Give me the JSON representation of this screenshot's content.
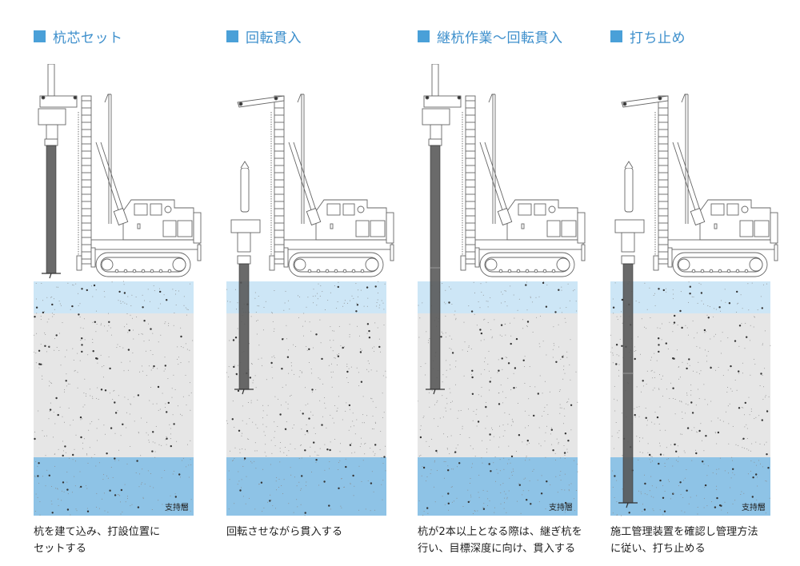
{
  "colors": {
    "accent": "#4aa0d8",
    "title_text": "#3d8fcc",
    "upper_soil": "#cde6f6",
    "middle_soil": "#e6e6e6",
    "bearing_layer": "#8ec3e6",
    "pile": "#555555"
  },
  "steps": [
    {
      "title": "杭芯セット",
      "caption_lines": [
        "杭を建て込み、打設位置に",
        "セットする"
      ],
      "layer_label": "支持層",
      "pile_state": "standing",
      "pile_penetration_fraction": 0
    },
    {
      "title": "回転貫入",
      "caption_lines": [
        "回転させながら貫入する"
      ],
      "layer_label": "",
      "pile_state": "penetrating",
      "pile_penetration_fraction": 0.46
    },
    {
      "title": "継杭作業～回転貫入",
      "caption_lines": [
        "杭が2本以上となる際は、継ぎ杭を",
        "行い、目標深度に向け、貫入する"
      ],
      "layer_label": "支持層",
      "pile_state": "jointed",
      "pile_penetration_fraction": 0.46
    },
    {
      "title": "打ち止め",
      "caption_lines": [
        "施工管理装置を確認し管理方法",
        "に従い、打ち止める"
      ],
      "layer_label": "支持層",
      "pile_state": "finished",
      "pile_penetration_fraction": 0.96
    }
  ]
}
